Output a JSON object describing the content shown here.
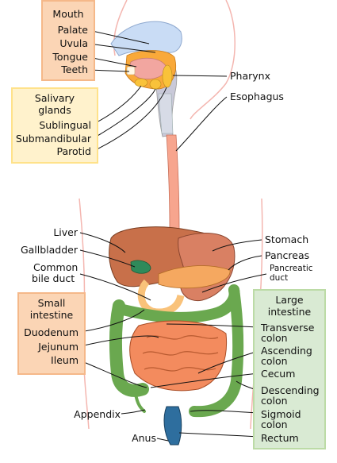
{
  "groups": {
    "mouth": {
      "title": "Mouth",
      "color": "#fbd5b5",
      "border": "#f5b889"
    },
    "salivary": {
      "title_line1": "Salivary",
      "title_line2": "glands",
      "color": "#fff2cc",
      "border": "#ffe28a"
    },
    "small_intestine": {
      "title_line1": "Small",
      "title_line2": "intestine",
      "color": "#fbd5b5",
      "border": "#f5b889"
    },
    "large_intestine": {
      "title_line1": "Large",
      "title_line2": "intestine",
      "color": "#d9ead3",
      "border": "#bcdba6"
    }
  },
  "labels": {
    "palate": "Palate",
    "uvula": "Uvula",
    "tongue": "Tongue",
    "teeth": "Teeth",
    "sublingual": "Sublingual",
    "submandibular": "Submandibular",
    "parotid": "Parotid",
    "pharynx": "Pharynx",
    "esophagus": "Esophagus",
    "liver": "Liver",
    "gallbladder": "Gallbladder",
    "common_bile_duct_1": "Common",
    "common_bile_duct_2": "bile duct",
    "stomach": "Stomach",
    "pancreas": "Pancreas",
    "pancreatic_duct_1": "Pancreatic",
    "pancreatic_duct_2": "duct",
    "duodenum": "Duodenum",
    "jejunum": "Jejunum",
    "ileum": "Ileum",
    "appendix": "Appendix",
    "anus": "Anus",
    "transverse_colon_1": "Transverse",
    "transverse_colon_2": "colon",
    "ascending_colon_1": "Ascending",
    "ascending_colon_2": "colon",
    "cecum": "Cecum",
    "descending_colon_1": "Descending",
    "descending_colon_2": "colon",
    "sigmoid_colon_1": "Sigmoid",
    "sigmoid_colon_2": "colon",
    "rectum": "Rectum"
  },
  "colors": {
    "body_outline": "#f4b6b0",
    "palate_blue": "#c9dcf5",
    "mouth_orange": "#f9a93a",
    "tongue_pink": "#f2a6a0",
    "esophagus": "#f7a58e",
    "liver": "#c8704a",
    "gallbladder": "#2f8a5a",
    "stomach": "#d98063",
    "pancreas": "#f5a860",
    "small_intestine": "#f38b5e",
    "large_intestine": "#6aa84f",
    "rectum": "#2e6e9e",
    "leader": "#111111"
  }
}
